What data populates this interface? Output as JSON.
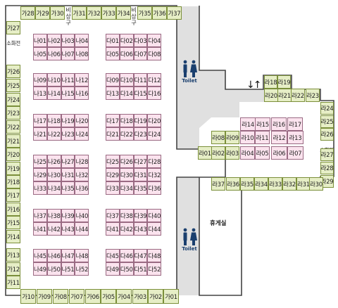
{
  "labels": {
    "emergency_exit": "비상구",
    "fire_hydrant": "소화전",
    "toilet": "Toilet",
    "rest_area": "휴게실"
  },
  "stalls": {
    "ga_top": [
      "가28",
      "가29",
      "가30",
      "가31",
      "가32",
      "가33",
      "가34",
      "가35",
      "가36",
      "가37"
    ],
    "ga_left": [
      "가27",
      "가26",
      "가25",
      "가24",
      "가23",
      "가22",
      "가21",
      "가20",
      "가19",
      "가18",
      "가17",
      "가16",
      "가15",
      "가14",
      "가13",
      "가12",
      "가11"
    ],
    "ga_bottom": [
      "가10",
      "가09",
      "가08",
      "가07",
      "가06",
      "가05",
      "가04",
      "가03",
      "가02",
      "가01"
    ],
    "ra_top": [
      "라18",
      "라19",
      "라20",
      "라21",
      "라22",
      "라23"
    ],
    "ra_right": [
      "라24",
      "라25",
      "라26",
      "라27",
      "라28",
      "라29"
    ],
    "ra_bottom": [
      "라37",
      "라36",
      "라35",
      "라34",
      "라33",
      "라32",
      "라31",
      "라30"
    ],
    "ra_mid": [
      "라14",
      "라15",
      "라16",
      "라17",
      "라08",
      "라09",
      "라10",
      "라11",
      "라12",
      "라13",
      "라01",
      "라02",
      "라03",
      "라04",
      "라05",
      "라06",
      "라07"
    ],
    "na": [
      "나01",
      "나02",
      "나03",
      "나04",
      "나05",
      "나06",
      "나07",
      "나08",
      "나09",
      "나10",
      "나11",
      "나12",
      "나13",
      "나14",
      "나15",
      "나16",
      "나17",
      "나18",
      "나19",
      "나20",
      "나21",
      "나22",
      "나23",
      "나24",
      "나25",
      "나26",
      "나27",
      "나28",
      "나29",
      "나30",
      "나31",
      "나32",
      "나33",
      "나34",
      "나35",
      "나36",
      "나37",
      "나38",
      "나39",
      "나40",
      "나41",
      "나42",
      "나43",
      "나44",
      "나45",
      "나46",
      "나47",
      "나48",
      "나49",
      "나50",
      "나51",
      "나52"
    ],
    "da": [
      "다01",
      "다02",
      "다03",
      "다04",
      "다05",
      "다06",
      "다07",
      "다08",
      "다09",
      "다10",
      "다11",
      "다12",
      "다13",
      "다14",
      "다15",
      "다16",
      "다17",
      "다18",
      "다19",
      "다20",
      "다21",
      "다22",
      "다23",
      "다24",
      "다25",
      "다26",
      "다27",
      "다28",
      "다29",
      "다30",
      "다31",
      "다32",
      "다33",
      "다34",
      "다35",
      "다36",
      "다37",
      "다38",
      "다39",
      "다40",
      "다41",
      "다42",
      "다43",
      "다44",
      "다45",
      "다46",
      "다47",
      "다48",
      "다49",
      "다50",
      "다51",
      "다52"
    ]
  },
  "colors": {
    "outer_stall": "#e6eec6",
    "inner_stall": "#fbe3ee",
    "corridor": "#e0e0e0",
    "wall": "#444444",
    "toilet_icon": "#1a3f6e"
  }
}
